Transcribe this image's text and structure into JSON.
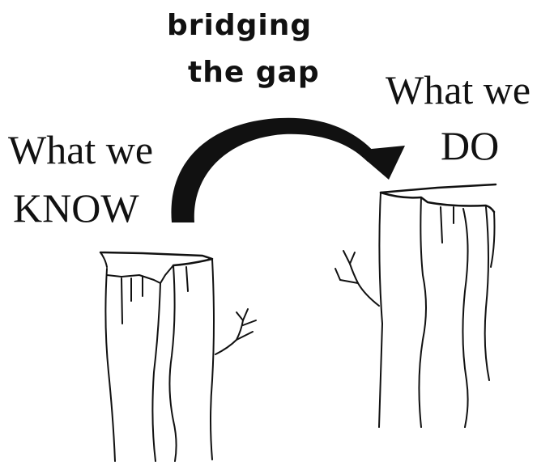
{
  "labels": {
    "bridging_line1": "bridging",
    "bridging_line2": "the gap",
    "left_line1": "What we",
    "left_line2": "KNOW",
    "right_line1": "What we",
    "right_line2": "DO"
  },
  "colors": {
    "ink": "#111111",
    "background": "#ffffff"
  }
}
